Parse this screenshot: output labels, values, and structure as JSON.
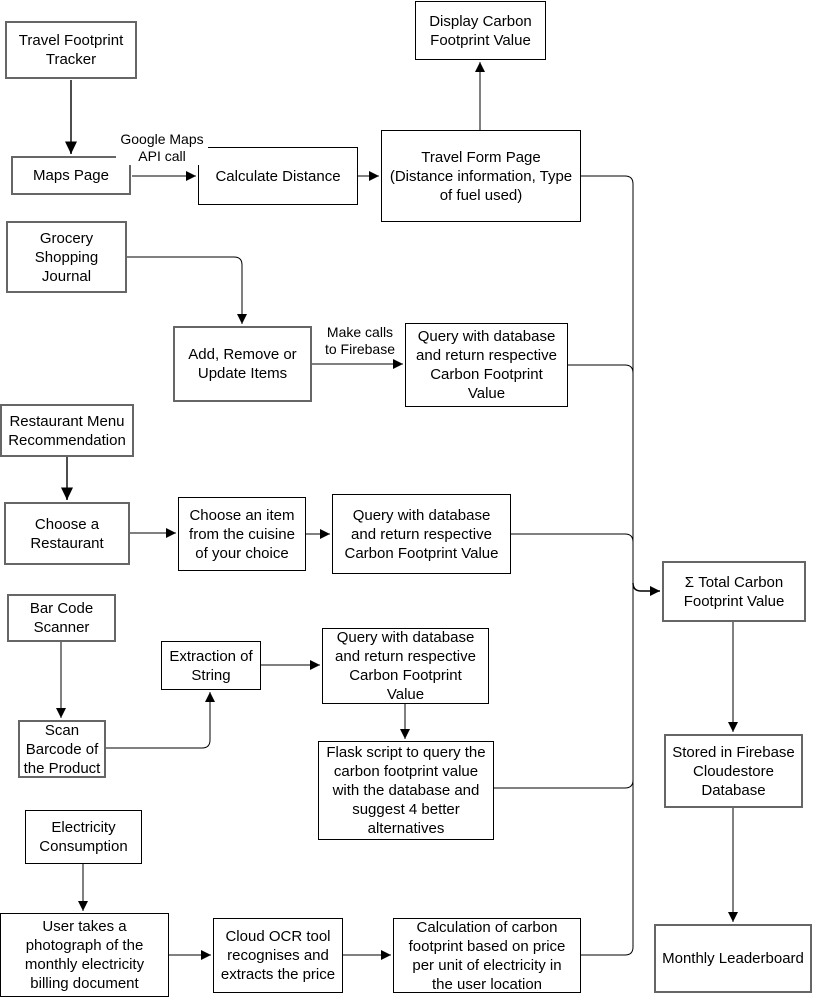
{
  "diagram": {
    "title": "Carbon footprint tracker application flowchart",
    "colors": {
      "background": "#ffffff",
      "primary_box_border": "#666666",
      "secondary_box_border": "#000000",
      "connector": "#000000",
      "text": "#000000"
    },
    "nodes": {
      "travel_tracker": {
        "label": "Travel Footprint\nTracker"
      },
      "maps_page": {
        "label": "Maps Page"
      },
      "calculate_distance": {
        "label": "Calculate Distance"
      },
      "travel_form": {
        "label": "Travel Form Page\n(Distance information, Type\nof fuel used)"
      },
      "display_cfv": {
        "label": "Display Carbon\nFootprint Value"
      },
      "grocery_journal": {
        "label": "Grocery\nShopping\nJournal"
      },
      "add_remove": {
        "label": "Add, Remove or\nUpdate Items"
      },
      "query_grocery": {
        "label": "Query with database\nand return respective\nCarbon Footprint\nValue"
      },
      "restaurant_menu": {
        "label": "Restaurant Menu\nRecommendation"
      },
      "choose_restaurant": {
        "label": "Choose a\nRestaurant"
      },
      "choose_item": {
        "label": "Choose an item\nfrom the cuisine\nof your choice"
      },
      "query_restaurant": {
        "label": "Query with database\nand return respective\nCarbon Footprint Value"
      },
      "sigma_total": {
        "label": "Σ Total Carbon\nFootprint Value"
      },
      "barcode_scanner": {
        "label": "Bar Code\nScanner"
      },
      "extraction": {
        "label": "Extraction of\nString"
      },
      "scan_barcode": {
        "label": "Scan\nBarcode of\nthe Product"
      },
      "query_barcode": {
        "label": "Query with database\nand return respective\nCarbon Footprint\nValue"
      },
      "flask_script": {
        "label": "Flask script to query the\ncarbon footprint value\nwith the database and\nsuggest 4 better\nalternatives"
      },
      "electricity": {
        "label": "Electricity\nConsumption"
      },
      "user_photo": {
        "label": "User takes a\nphotograph of the\nmonthly electricity\nbilling document"
      },
      "cloud_ocr": {
        "label": "Cloud OCR tool\nrecognises and\nextracts the price"
      },
      "calculation": {
        "label": "Calculation of carbon\nfootprint based on price\nper unit of electricity in\nthe user location"
      },
      "stored_firebase": {
        "label": "Stored in Firebase\nCloudestore\nDatabase"
      },
      "monthly_leaderboard": {
        "label": "Monthly Leaderboard"
      }
    },
    "edge_labels": {
      "google_maps_api": "Google Maps\nAPI call",
      "make_calls_firebase": "Make calls\nto Firebase"
    }
  }
}
